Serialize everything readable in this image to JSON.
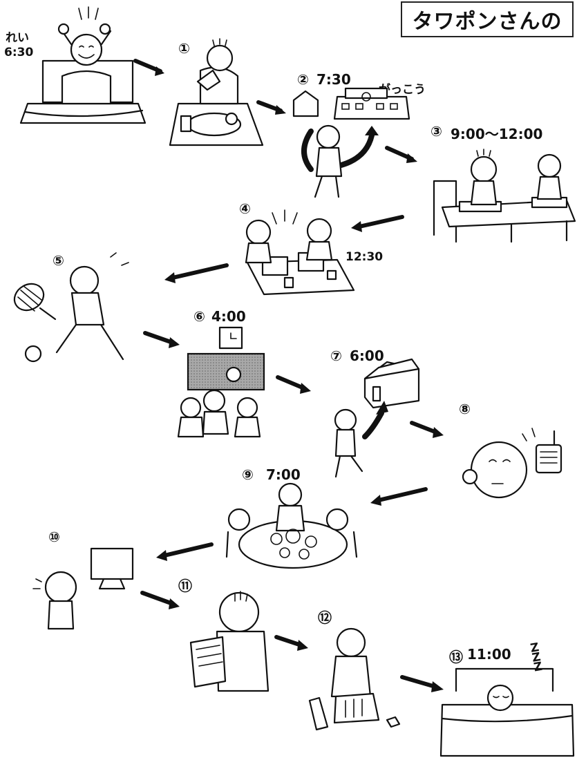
{
  "title": "タワポンさんの",
  "labels": {
    "wake_caption": "れい",
    "wake_time": "6:30",
    "s1": "①",
    "s2": "②",
    "s2_time": "7:30",
    "school": "がっこう",
    "s3": "③",
    "s3_time": "9:00～12:00",
    "s4": "④",
    "s4_time": "12:30",
    "s5": "⑤",
    "s6": "⑥",
    "s6_time": "4:00",
    "s7": "⑦",
    "s7_time": "6:00",
    "s8": "⑧",
    "s9": "⑨",
    "s9_time": "7:00",
    "s10": "⑩",
    "s11": "⑪",
    "s12": "⑫",
    "s13": "⑬",
    "s13_time": "11:00",
    "zzz": "Z Z Z"
  }
}
